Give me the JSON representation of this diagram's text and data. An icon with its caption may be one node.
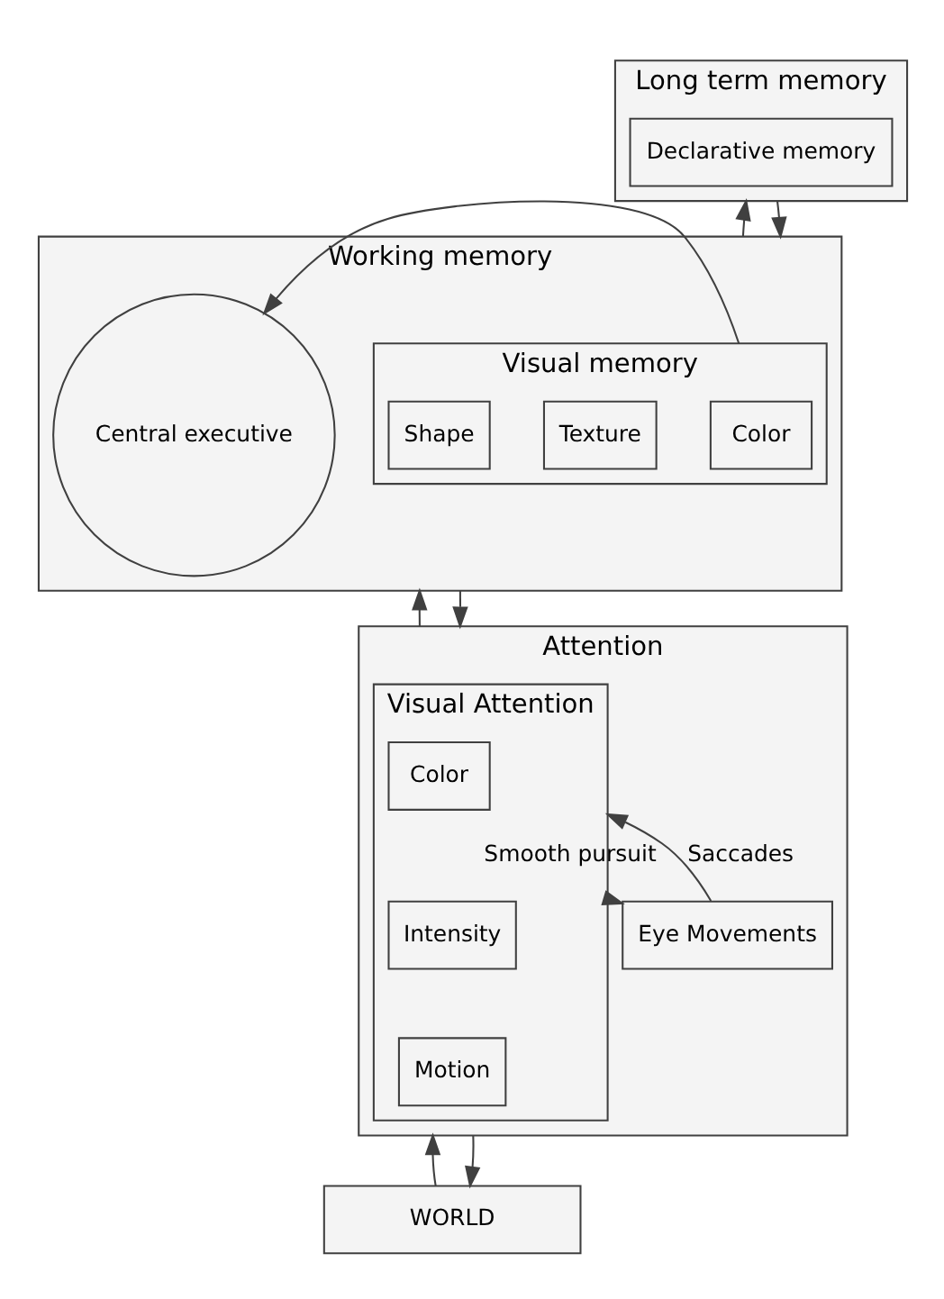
{
  "diagram": {
    "nodes": [
      {
        "text": [
          "Long term memory"
        ]
      },
      {
        "text": [
          "Declarative memory"
        ],
        "in": 0
      },
      {
        "text": [
          "Working memory"
        ]
      },
      {
        "text": [
          "Visual memory"
        ],
        "in": 2
      },
      {
        "text": [
          "Color"
        ],
        "in": 3
      },
      {
        "text": [
          "Texture"
        ],
        "in": 3
      },
      {
        "text": [
          "Shape"
        ],
        "in": 3
      },
      {
        "text": [
          "Central executive"
        ],
        "in": 2
      },
      {
        "text": [
          "Attention"
        ]
      },
      {
        "text": [
          "Visual Attention"
        ],
        "in": 8
      },
      {
        "text": [
          "Color"
        ],
        "in": 9
      },
      {
        "text": [
          "Intensity"
        ],
        "in": 9
      },
      {
        "text": [
          "Motion"
        ],
        "in": 9
      },
      {
        "text": [
          "Eye Movements"
        ],
        "in": 8
      },
      {
        "text": [
          "WORLD"
        ]
      }
    ],
    "edges": [
      {
        "from": 2,
        "to": 0,
        "arrow": "to"
      },
      {
        "from": 0,
        "to": 2,
        "arrow": "to"
      },
      {
        "from": 3,
        "to": 7,
        "arrow": "to"
      },
      {
        "from": 8,
        "to": 2,
        "arrow": "to"
      },
      {
        "from": 2,
        "to": 8,
        "arrow": "to"
      },
      {
        "from": 9,
        "to": 13,
        "arrow": "to",
        "label": "Smooth pursuit"
      },
      {
        "from": 13,
        "to": 9,
        "arrow": "to",
        "label": "Saccades"
      },
      {
        "from": 14,
        "to": 8,
        "arrow": "to"
      },
      {
        "from": 8,
        "to": 14,
        "arrow": "to"
      }
    ]
  }
}
